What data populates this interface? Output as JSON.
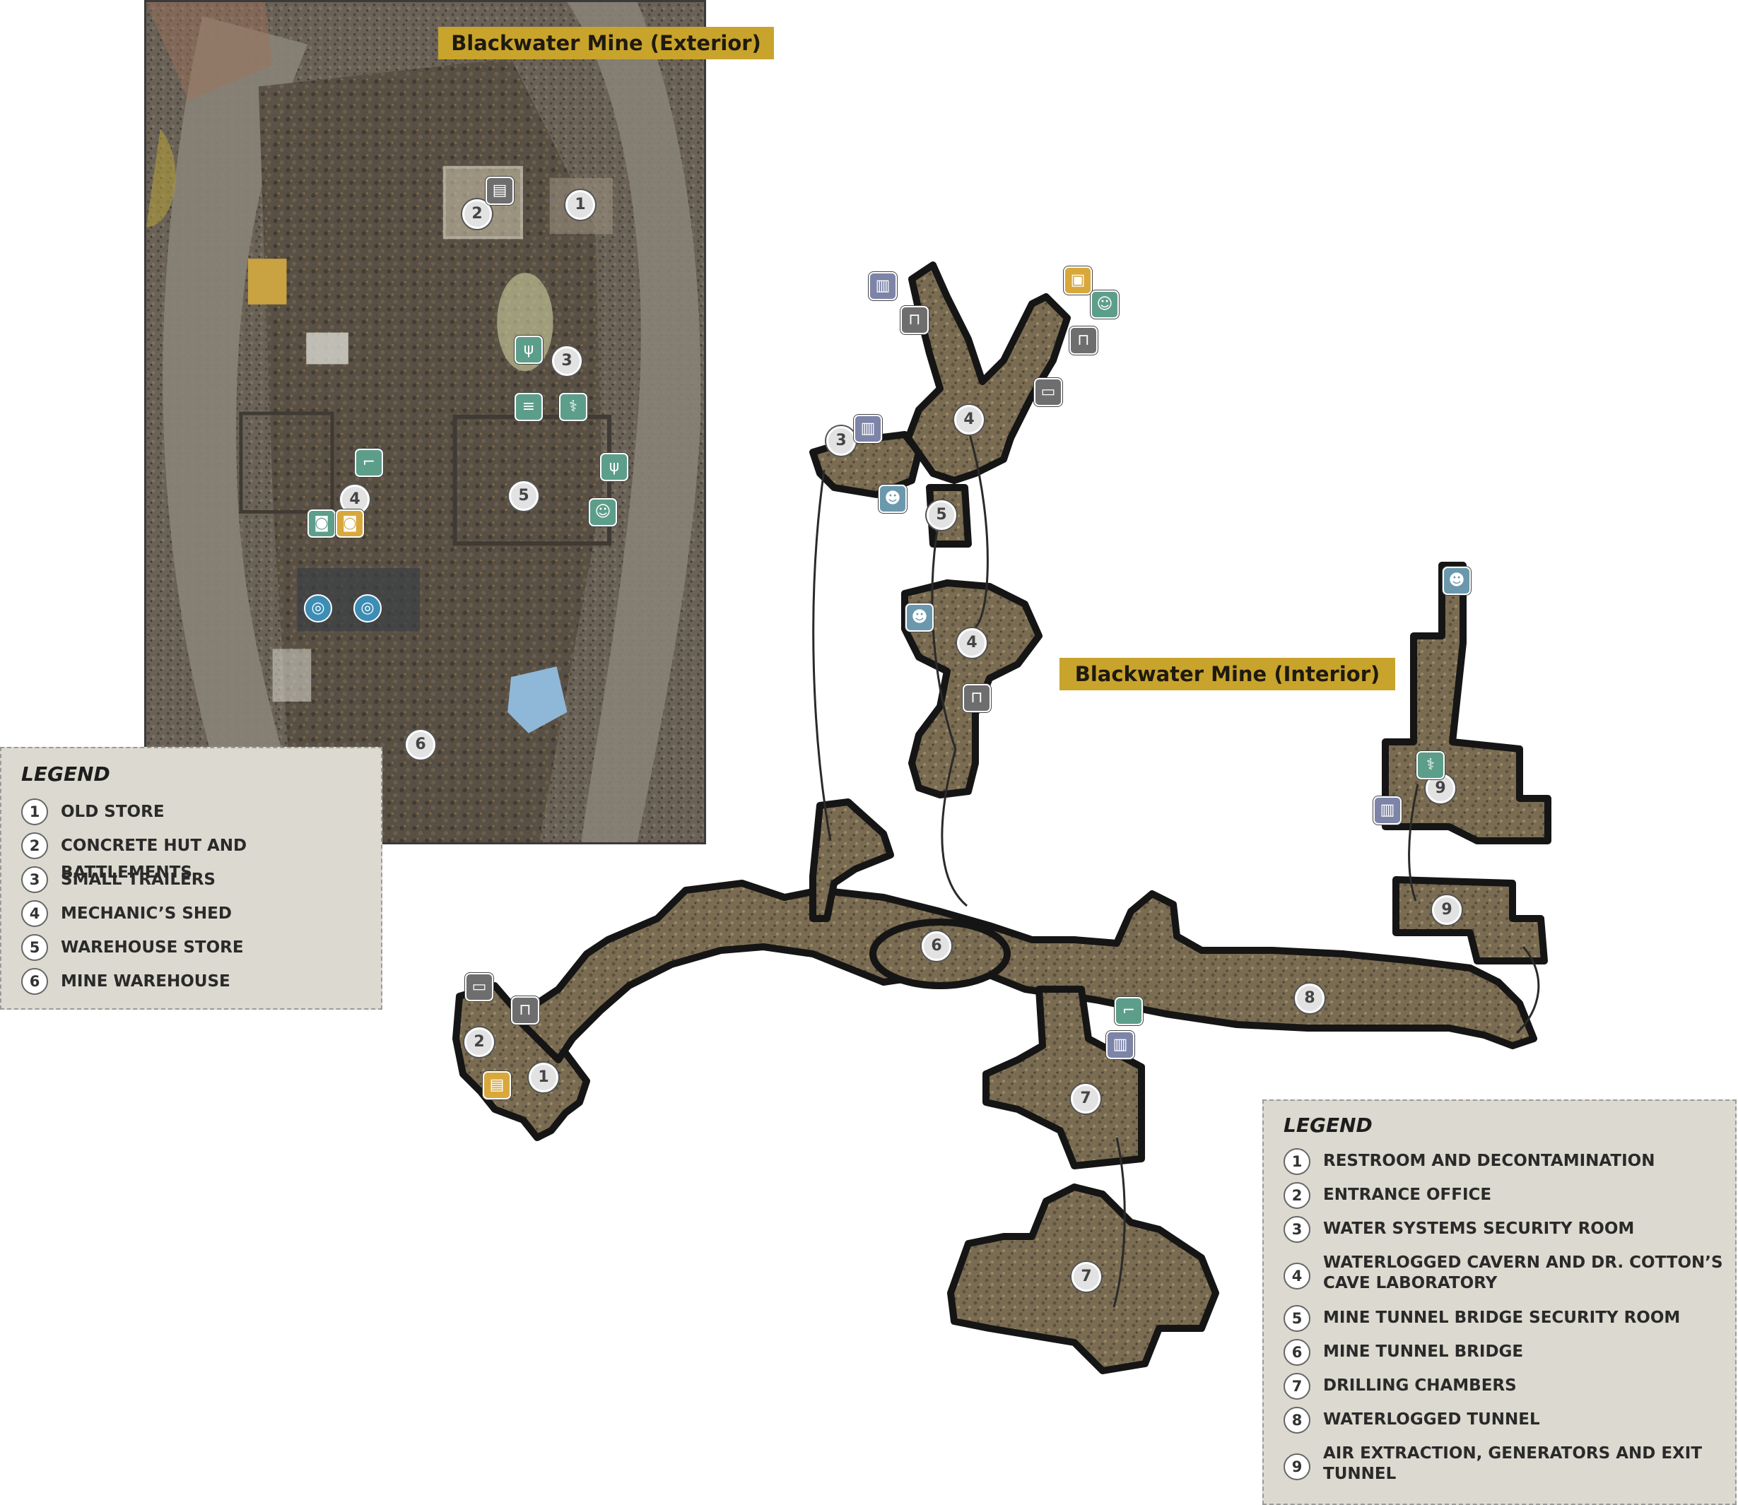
{
  "maps": {
    "exterior": {
      "title": "Blackwater Mine (Exterior)",
      "markers": [
        "1",
        "2",
        "3",
        "4",
        "5",
        "6"
      ],
      "icons": [
        "holotape-icon",
        "fork-knife-icon",
        "locker-icon",
        "stimpak-icon",
        "fork-knife-icon",
        "vault-boy-icon",
        "pistol-icon",
        "power-armor-icon",
        "power-armor-icon",
        "turret-icon",
        "turret-icon"
      ]
    },
    "interior": {
      "title": "Blackwater Mine (Interior)",
      "markers": [
        "1",
        "2",
        "3",
        "4",
        "4",
        "5",
        "6",
        "7",
        "7",
        "8",
        "9",
        "9"
      ],
      "icons": [
        "book-icon",
        "lock-icon",
        "toolbox-icon",
        "vault-boy-icon",
        "lock-icon",
        "terminal-icon",
        "book-icon",
        "bobblehead-icon",
        "bobblehead-icon",
        "lock-icon",
        "bobblehead-icon",
        "stimpak-icon",
        "book-icon",
        "pistol-icon",
        "book-icon",
        "terminal-icon",
        "lock-icon",
        "holotape-icon"
      ]
    }
  },
  "legends": {
    "exterior": {
      "heading": "LEGEND",
      "items": [
        {
          "num": "1",
          "label": "OLD STORE"
        },
        {
          "num": "2",
          "label": "CONCRETE HUT AND BATTLEMENTS"
        },
        {
          "num": "3",
          "label": "SMALL TRAILERS"
        },
        {
          "num": "4",
          "label": "MECHANIC’S SHED"
        },
        {
          "num": "5",
          "label": "WAREHOUSE STORE"
        },
        {
          "num": "6",
          "label": "MINE WAREHOUSE"
        }
      ]
    },
    "interior": {
      "heading": "LEGEND",
      "items": [
        {
          "num": "1",
          "label": "RESTROOM AND DECONTAMINATION"
        },
        {
          "num": "2",
          "label": "ENTRANCE OFFICE"
        },
        {
          "num": "3",
          "label": "WATER SYSTEMS SECURITY ROOM"
        },
        {
          "num": "4",
          "label": "WATERLOGGED CAVERN AND DR. COTTON’S CAVE LABORATORY"
        },
        {
          "num": "5",
          "label": "MINE TUNNEL BRIDGE SECURITY ROOM"
        },
        {
          "num": "6",
          "label": "MINE TUNNEL BRIDGE"
        },
        {
          "num": "7",
          "label": "DRILLING CHAMBERS"
        },
        {
          "num": "8",
          "label": "WATERLOGGED TUNNEL"
        },
        {
          "num": "9",
          "label": "AIR EXTRACTION, GENERATORS AND EXIT TUNNEL"
        }
      ]
    }
  },
  "colors": {
    "banner": "#c9a42c",
    "legend_bg": "#dcdad0",
    "tunnel_outline": "#151515",
    "tunnel_fill": "#7a6c52",
    "icon_green": "#5c9e8a",
    "icon_gray": "#6e6e6e",
    "icon_purple": "#7d84a8",
    "icon_yellow": "#d9a83c",
    "icon_blue": "#6b98ad"
  }
}
